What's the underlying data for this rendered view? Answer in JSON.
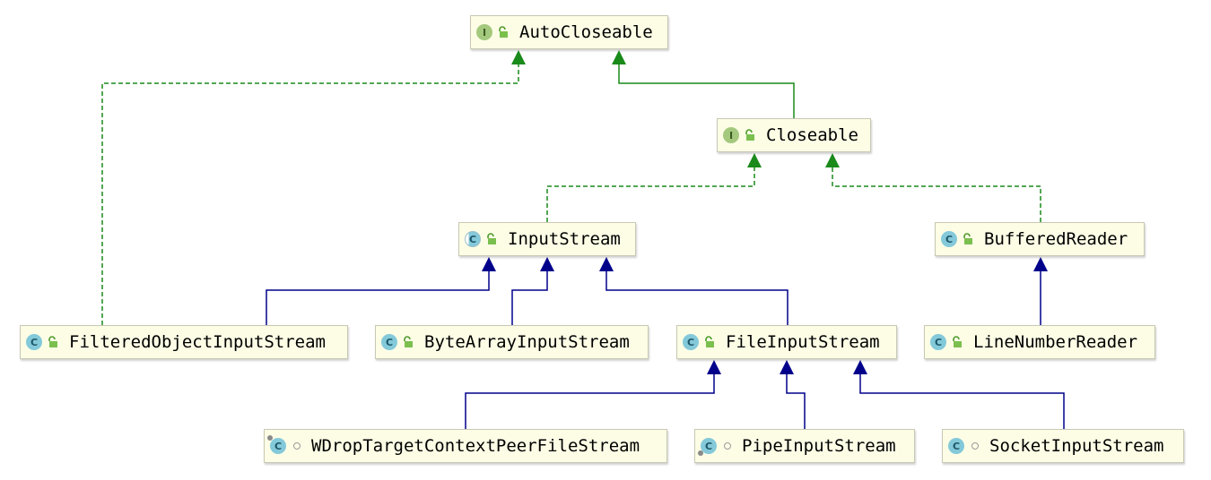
{
  "nodes": {
    "autocloseable": {
      "label": "AutoCloseable",
      "kind": "I",
      "visibility": "public"
    },
    "closeable": {
      "label": "Closeable",
      "kind": "I",
      "visibility": "public"
    },
    "inputstream": {
      "label": "InputStream",
      "kind": "C",
      "visibility": "public",
      "abstract": true
    },
    "bufferedreader": {
      "label": "BufferedReader",
      "kind": "C",
      "visibility": "public"
    },
    "filteredobjectinputstream": {
      "label": "FilteredObjectInputStream",
      "kind": "C",
      "visibility": "public"
    },
    "bytearrayinputstream": {
      "label": "ByteArrayInputStream",
      "kind": "C",
      "visibility": "public"
    },
    "fileinputstream": {
      "label": "FileInputStream",
      "kind": "C",
      "visibility": "public"
    },
    "linenumberreader": {
      "label": "LineNumberReader",
      "kind": "C",
      "visibility": "public"
    },
    "wdroptargetcontextpeerfilestream": {
      "label": "WDropTargetContextPeerFileStream",
      "kind": "C",
      "visibility": "package"
    },
    "pipeinputstream": {
      "label": "PipeInputStream",
      "kind": "C",
      "visibility": "package"
    },
    "socketinputstream": {
      "label": "SocketInputStream",
      "kind": "C",
      "visibility": "package"
    }
  },
  "edges": [
    {
      "from": "closeable",
      "to": "autocloseable",
      "type": "extends"
    },
    {
      "from": "filteredobjectinputstream",
      "to": "autocloseable",
      "type": "implements"
    },
    {
      "from": "inputstream",
      "to": "closeable",
      "type": "implements"
    },
    {
      "from": "bufferedreader",
      "to": "closeable",
      "type": "implements"
    },
    {
      "from": "filteredobjectinputstream",
      "to": "inputstream",
      "type": "extends"
    },
    {
      "from": "bytearrayinputstream",
      "to": "inputstream",
      "type": "extends"
    },
    {
      "from": "fileinputstream",
      "to": "inputstream",
      "type": "extends"
    },
    {
      "from": "linenumberreader",
      "to": "bufferedreader",
      "type": "extends"
    },
    {
      "from": "wdroptargetcontextpeerfilestream",
      "to": "fileinputstream",
      "type": "extends"
    },
    {
      "from": "pipeinputstream",
      "to": "fileinputstream",
      "type": "extends"
    },
    {
      "from": "socketinputstream",
      "to": "fileinputstream",
      "type": "extends"
    }
  ],
  "colors": {
    "interface_inheritance": "#1a8a1a",
    "class_inheritance": "#00008b",
    "node_fill": "#fdfde6",
    "interface_icon": "#a4c97e",
    "class_icon": "#83c9da"
  }
}
